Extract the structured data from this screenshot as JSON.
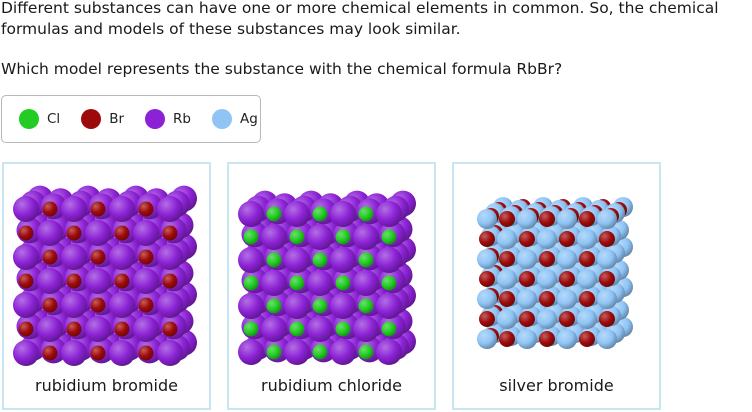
{
  "intro": "Different substances can have one or more chemical elements in common. So, the chemical formulas and models of these substances may look similar.",
  "question": "Which model represents the substance with the chemical formula RbBr?",
  "legend": [
    {
      "symbol": "Cl",
      "color": "#22cc22"
    },
    {
      "symbol": "Br",
      "color": "#9e0a0a"
    },
    {
      "symbol": "Rb",
      "color": "#8c22d6"
    },
    {
      "symbol": "Ag",
      "color": "#8fc4f5"
    }
  ],
  "choices": [
    {
      "label": "rubidium bromide",
      "large_atom": "Rb",
      "small_atom": "Br"
    },
    {
      "label": "rubidium chloride",
      "large_atom": "Rb",
      "small_atom": "Cl"
    },
    {
      "label": "silver bromide",
      "large_atom": "Ag",
      "small_atom": "Br"
    }
  ]
}
